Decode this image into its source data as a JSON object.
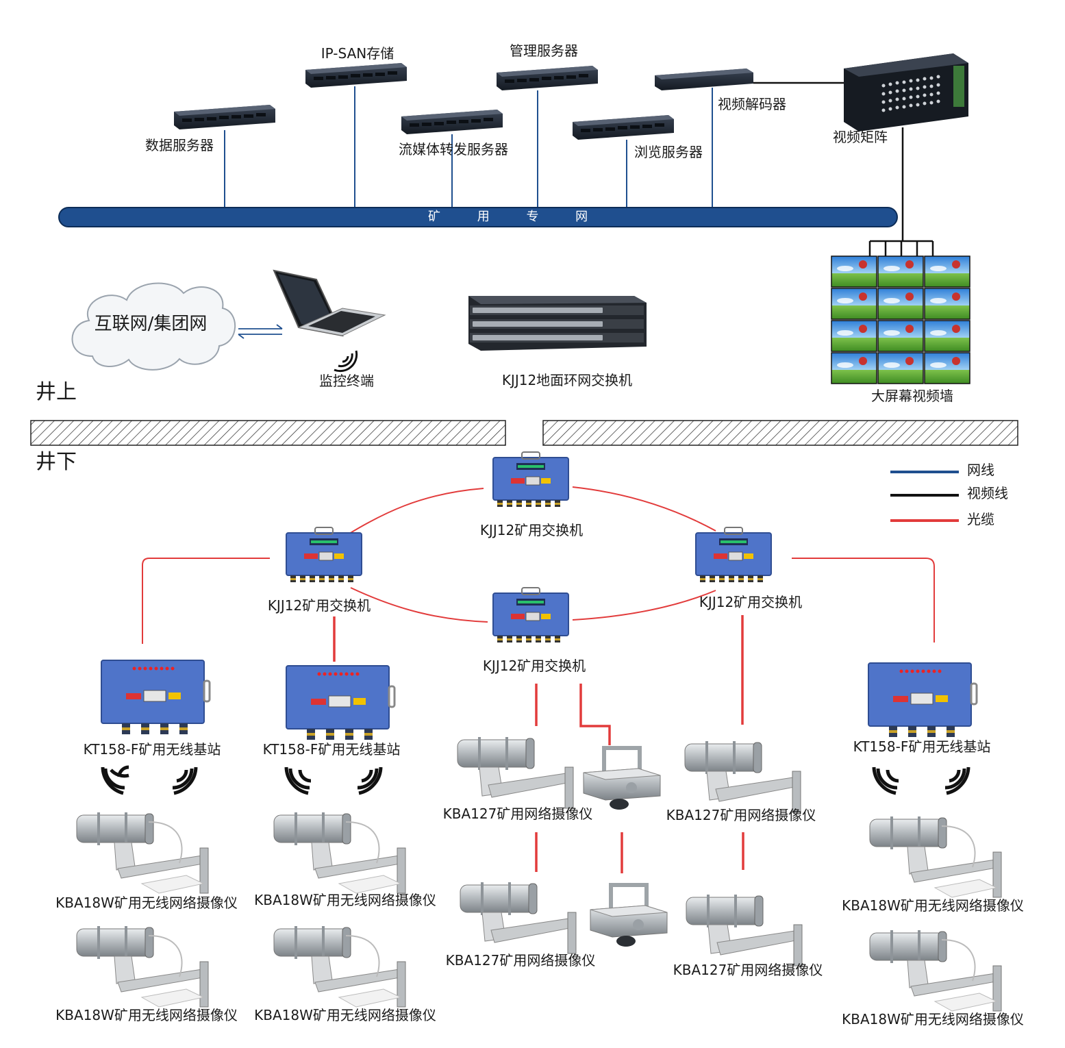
{
  "colors": {
    "network_line": "#1f4f8f",
    "video_line": "#111111",
    "fiber_line": "#e23b3b",
    "device_blue": "#4f74c9",
    "server_dark": "#1d2430"
  },
  "zones": {
    "above": "井上",
    "below": "井下"
  },
  "backbone": {
    "label": "矿 用 专 网"
  },
  "servers": {
    "data_server": "数据服务器",
    "ipsan": "IP-SAN存储",
    "stream_server": "流媒体转发服务器",
    "mgmt_server": "管理服务器",
    "browse_server": "浏览服务器",
    "decoder": "视频解码器",
    "video_matrix": "视频矩阵"
  },
  "surface": {
    "cloud": "互联网/集团网",
    "terminal": "监控终端",
    "ring_switch": "KJJ12地面环网交换机",
    "video_wall": "大屏幕视频墙"
  },
  "underground": {
    "switch_top": "KJJ12矿用交换机",
    "switch_left": "KJJ12矿用交换机",
    "switch_right": "KJJ12矿用交换机",
    "switch_bottom": "KJJ12矿用交换机",
    "bs_left": "KT158-F矿用无线基站",
    "bs_mid": "KT158-F矿用无线基站",
    "bs_right": "KT158-F矿用无线基站",
    "cam_wireless": "KBA18W矿用无线网络摄像仪",
    "cam_wired": "KBA127矿用网络摄像仪"
  },
  "legend": [
    {
      "label": "网线",
      "color": "#1f4f8f"
    },
    {
      "label": "视频线",
      "color": "#111111"
    },
    {
      "label": "光缆",
      "color": "#e23b3b"
    }
  ]
}
